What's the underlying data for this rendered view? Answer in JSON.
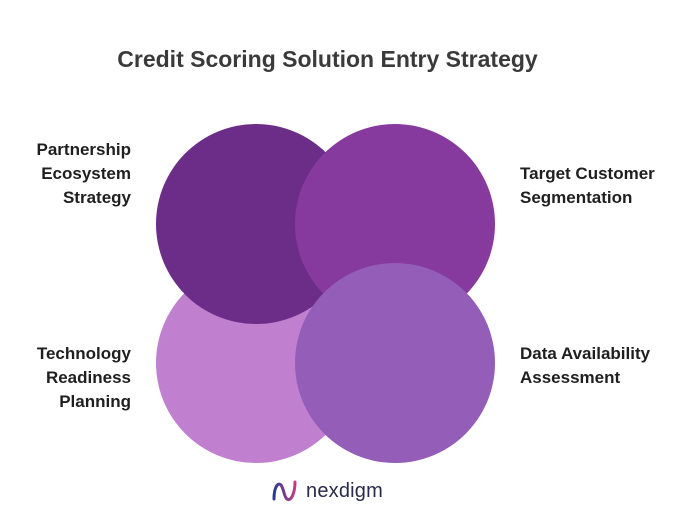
{
  "title": "Credit Scoring Solution Entry Strategy",
  "quadrants": [
    {
      "id": "top-left",
      "label": "Partnership\nEcosystem \nStrategy",
      "color": "#6b2d87"
    },
    {
      "id": "top-right",
      "label": "Target Customer\nSegmentation",
      "color": "#873a9e"
    },
    {
      "id": "bottom-left",
      "label": "Technology\nReadiness\nPlanning",
      "color": "#c17fd0"
    },
    {
      "id": "bottom-right",
      "label": "Data Availability\nAssessment",
      "color": "#935db8"
    }
  ],
  "logo": {
    "text": "nexdigm",
    "icon": "nexdigm-logo-icon"
  }
}
